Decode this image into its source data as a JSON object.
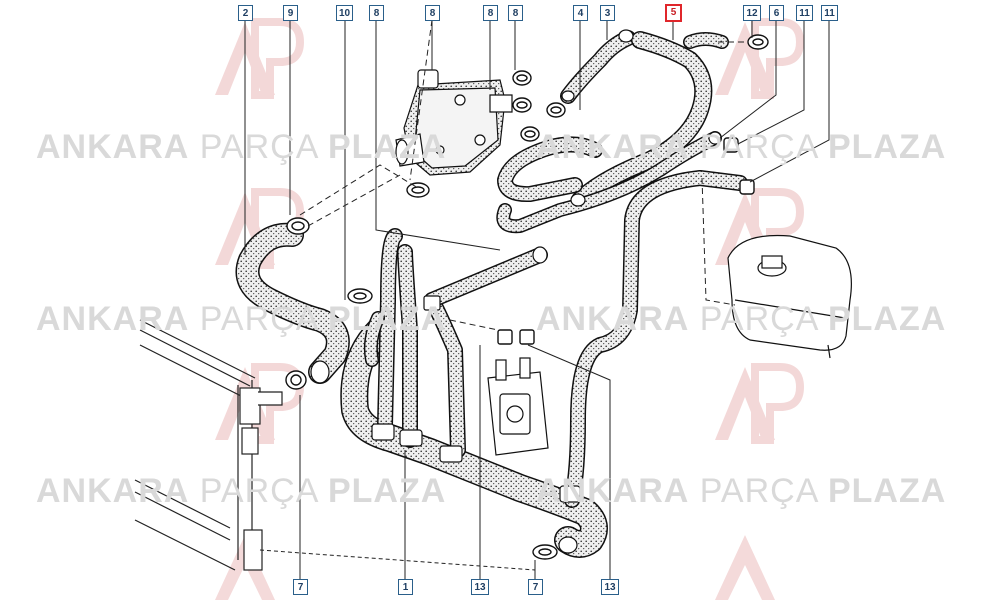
{
  "watermark": {
    "bold_a": "ANKARA",
    "light": "PARÇA",
    "bold_b": "PLAZA"
  },
  "callouts_top": [
    {
      "label": "2",
      "highlighted": false
    },
    {
      "label": "9",
      "highlighted": false
    },
    {
      "label": "10",
      "highlighted": false
    },
    {
      "label": "8",
      "highlighted": false
    },
    {
      "label": "8",
      "highlighted": false
    },
    {
      "label": "8",
      "highlighted": false
    },
    {
      "label": "8",
      "highlighted": false
    },
    {
      "label": "4",
      "highlighted": false
    },
    {
      "label": "3",
      "highlighted": false
    },
    {
      "label": "5",
      "highlighted": true
    },
    {
      "label": "12",
      "highlighted": false
    },
    {
      "label": "6",
      "highlighted": false
    },
    {
      "label": "11",
      "highlighted": false
    },
    {
      "label": "11",
      "highlighted": false
    }
  ],
  "callouts_bottom": [
    {
      "label": "7",
      "highlighted": false
    },
    {
      "label": "1",
      "highlighted": false
    },
    {
      "label": "13",
      "highlighted": false
    },
    {
      "label": "7",
      "highlighted": false
    },
    {
      "label": "13",
      "highlighted": false
    }
  ],
  "colors": {
    "callout_border": "#2a5f8a",
    "highlight": "#e0262b",
    "hose_fill": "#eeeeee",
    "line": "#111111",
    "watermark": "#d9d9d9"
  }
}
